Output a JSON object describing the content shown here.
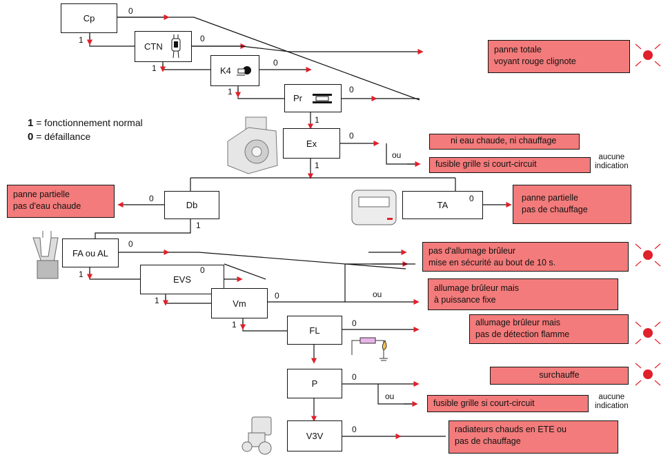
{
  "components": {
    "cp": "Cp",
    "ctn": "CTN",
    "k4": "K4",
    "pr": "Pr",
    "ex": "Ex",
    "db": "Db",
    "ta": "TA",
    "fa": "FA ou AL",
    "evs": "EVS",
    "vm": "Vm",
    "fl": "FL",
    "p": "P",
    "v3v": "V3V"
  },
  "results": {
    "panne_totale": "panne totale\nvoyant rouge clignote",
    "ni_eau": "ni eau chaude, ni chauffage",
    "fusible1": "fusible grille si court-circuit",
    "partielle_ec": "panne partielle\npas d'eau chaude",
    "partielle_ch": "panne partielle\npas de chauffage",
    "pas_allumage": "pas d'allumage brûleur\nmise en sécurité au bout de 10 s.",
    "puissance_fixe": "allumage brûleur mais\nà puissance fixe",
    "detection_flamme": "allumage brûleur mais\npas de détection flamme",
    "surchauffe": "surchauffe",
    "fusible2": "fusible grille si court-circuit",
    "radiateurs": "radiateurs chauds en ETE ou\npas de chauffage"
  },
  "legend": {
    "one_key": "1",
    "one_text": " = fonctionnement normal",
    "zero_key": "0",
    "zero_text": " = défaillance"
  },
  "labels": {
    "zero": "0",
    "one": "1",
    "ou": "ou",
    "no_indication": "aucune\nindication"
  },
  "colors": {
    "result_fill": "#f37b7b",
    "arrow": "#e0202a",
    "line": "#111111"
  },
  "icons": [
    "red-blinking-light-icon",
    "ntc-sensor-icon",
    "motor-icon",
    "pressure-switch-icon",
    "fan-extractor-icon",
    "room-thermostat-icon",
    "ignition-electrode-icon",
    "flame-rod-icon",
    "three-way-valve-icon"
  ]
}
